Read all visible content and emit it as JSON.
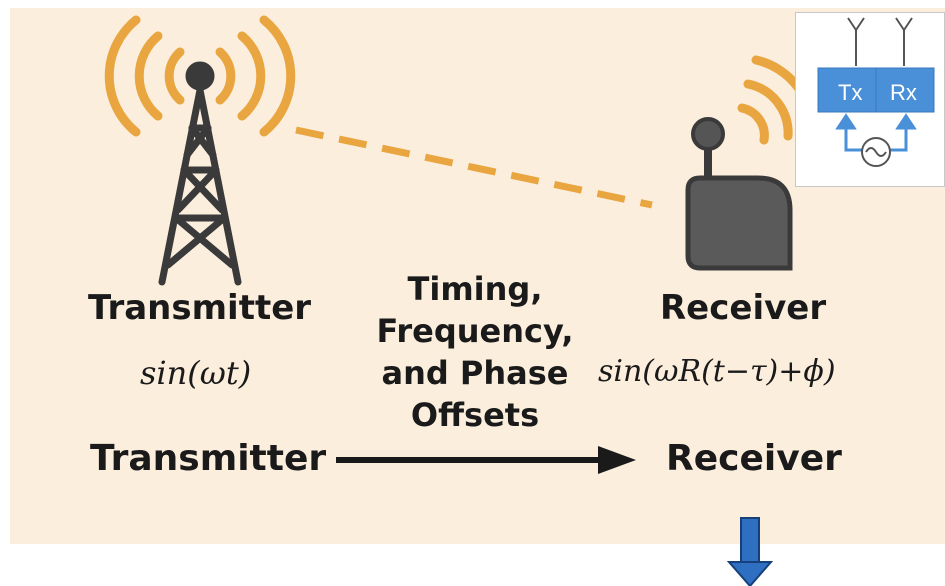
{
  "transmitter": {
    "label": "Transmitter",
    "signal": "sin(ωt)"
  },
  "receiver": {
    "label": "Receiver",
    "signal": "sin(ωR(t−τ)+ϕ)"
  },
  "channel_label_lines": [
    "Timing,",
    "Frequency,",
    "and Phase",
    "Offsets"
  ],
  "flow": {
    "source": "Transmitter",
    "target": "Receiver"
  },
  "transceiver_inset": {
    "tx_label": "Tx",
    "rx_label": "Rx"
  },
  "colors": {
    "background": "#fbeedd",
    "wave": "#e9a53f",
    "tower": "#3a3a3a",
    "device": "#5a5a5a",
    "box": "#4a90d9",
    "down_arrow": "#1e5aa8"
  }
}
